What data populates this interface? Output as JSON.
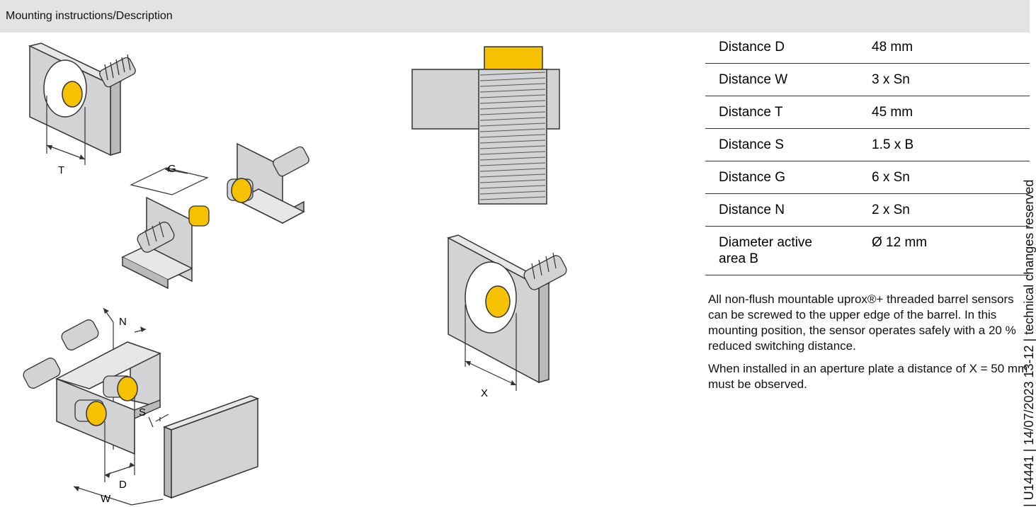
{
  "header": {
    "title": "Mounting instructions/Description"
  },
  "diagram_labels": {
    "t": "T",
    "g": "G",
    "n": "N",
    "s": "S",
    "d": "D",
    "w": "W",
    "x": "X"
  },
  "specs": [
    {
      "label": "Distance D",
      "value": "48 mm"
    },
    {
      "label": "Distance W",
      "value": "3 x Sn"
    },
    {
      "label": "Distance T",
      "value": "45 mm"
    },
    {
      "label": "Distance S",
      "value": "1.5 x B"
    },
    {
      "label": "Distance G",
      "value": "6 x Sn"
    },
    {
      "label": "Distance N",
      "value": "2 x Sn"
    },
    {
      "label": "Diameter active area B",
      "value": "Ø 12 mm"
    }
  ],
  "description": [
    "All non-flush mountable uprox®+ threaded barrel sensors can be screwed to the upper edge of the barrel. In this mounting position, the sensor operates safely with a 20 % reduced switching distance.",
    "When installed in an aperture plate a distance of X = 50 mm must be observed."
  ],
  "side_note": "| U14441 | 14/07/2023 13-12 | technical changes reserved",
  "colors": {
    "header_bg": "#e3e3e3",
    "sensor_yellow": "#f6c200",
    "plate_grey": "#d2d3d5"
  }
}
